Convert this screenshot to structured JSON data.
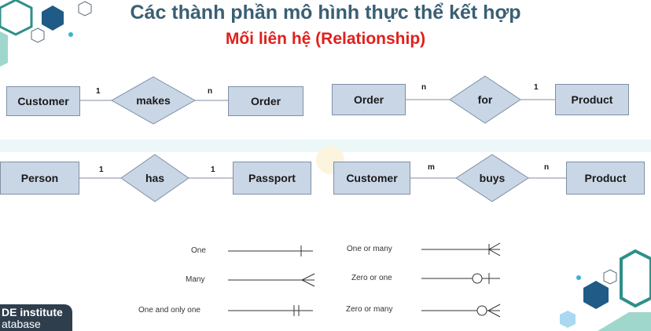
{
  "title": "Các thành phần mô hình thực thể kết hợp",
  "subtitle": "Mối liên hệ (Relationship)",
  "colors": {
    "title": "#3a5f73",
    "subtitle": "#e0201c",
    "entity_fill": "#c9d6e6",
    "diamond_fill": "#c9d6e6",
    "accent_teal": "#2e8f8a",
    "accent_blue": "#1f5b86"
  },
  "relationships": [
    {
      "left": "Customer",
      "relation": "makes",
      "right": "Order",
      "left_card": "1",
      "right_card": "n"
    },
    {
      "left": "Order",
      "relation": "for",
      "right": "Product",
      "left_card": "n",
      "right_card": "1"
    },
    {
      "left": "Person",
      "relation": "has",
      "right": "Passport",
      "left_card": "1",
      "right_card": "1"
    },
    {
      "left": "Customer",
      "relation": "buys",
      "right": "Product",
      "left_card": "m",
      "right_card": "n"
    }
  ],
  "legend": [
    {
      "label": "One",
      "symbol": "one"
    },
    {
      "label": "Many",
      "symbol": "many"
    },
    {
      "label": "One and only one",
      "symbol": "one-and-only-one"
    },
    {
      "label": "One or many",
      "symbol": "one-or-many"
    },
    {
      "label": "Zero or one",
      "symbol": "zero-or-one"
    },
    {
      "label": "Zero or many",
      "symbol": "zero-or-many"
    }
  ],
  "brand": {
    "line1": "DE institute",
    "line2": "atabase"
  }
}
